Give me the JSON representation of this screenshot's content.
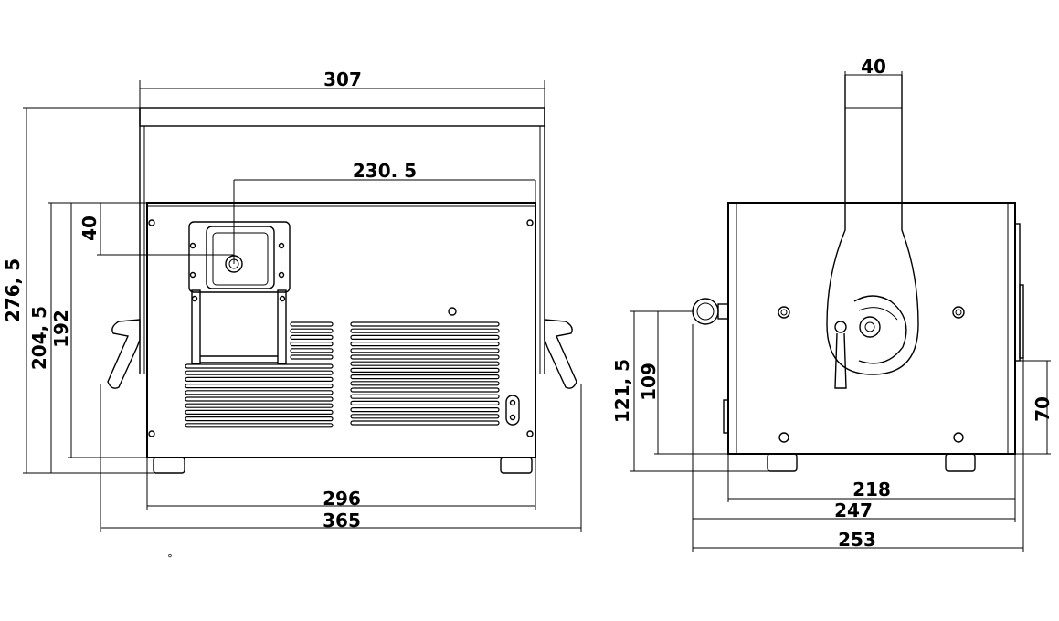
{
  "front_view": {
    "dims": {
      "overall_handle_width": "307",
      "lens_offset": "230. 5",
      "lens_height": "40",
      "total_height": "276, 5",
      "body_height": "204, 5",
      "body_height_inner": "192",
      "body_width": "296",
      "overall_width": "365"
    }
  },
  "side_view": {
    "dims": {
      "handle_width": "40",
      "handle_center_height": "121, 5",
      "handle_pivot_height": "109",
      "connector_height": "70",
      "body_depth": "218",
      "depth_with_connector": "247",
      "overall_depth": "253"
    }
  },
  "stray_mark": "∘"
}
